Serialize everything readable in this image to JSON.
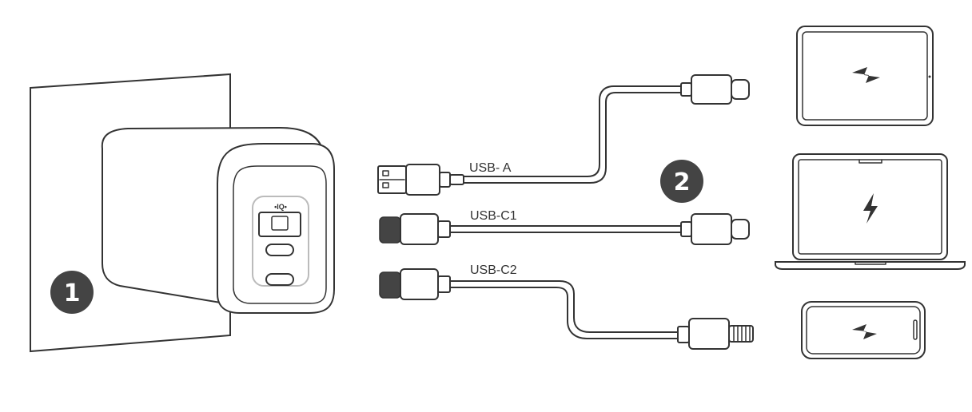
{
  "steps": {
    "step1": "1",
    "step2": "2"
  },
  "charger": {
    "port_brand_mark": "•IQ•"
  },
  "cables": [
    {
      "label": "USB- A"
    },
    {
      "label": "USB-C1"
    },
    {
      "label": "USB-C2"
    }
  ],
  "devices": {
    "top": "tablet-icon",
    "middle": "laptop-icon",
    "bottom": "phone-icon",
    "charging_symbol": "lightning-bolt-icon"
  },
  "colors": {
    "line": "#333333",
    "badge": "#444444",
    "connector_dark": "#444444"
  }
}
